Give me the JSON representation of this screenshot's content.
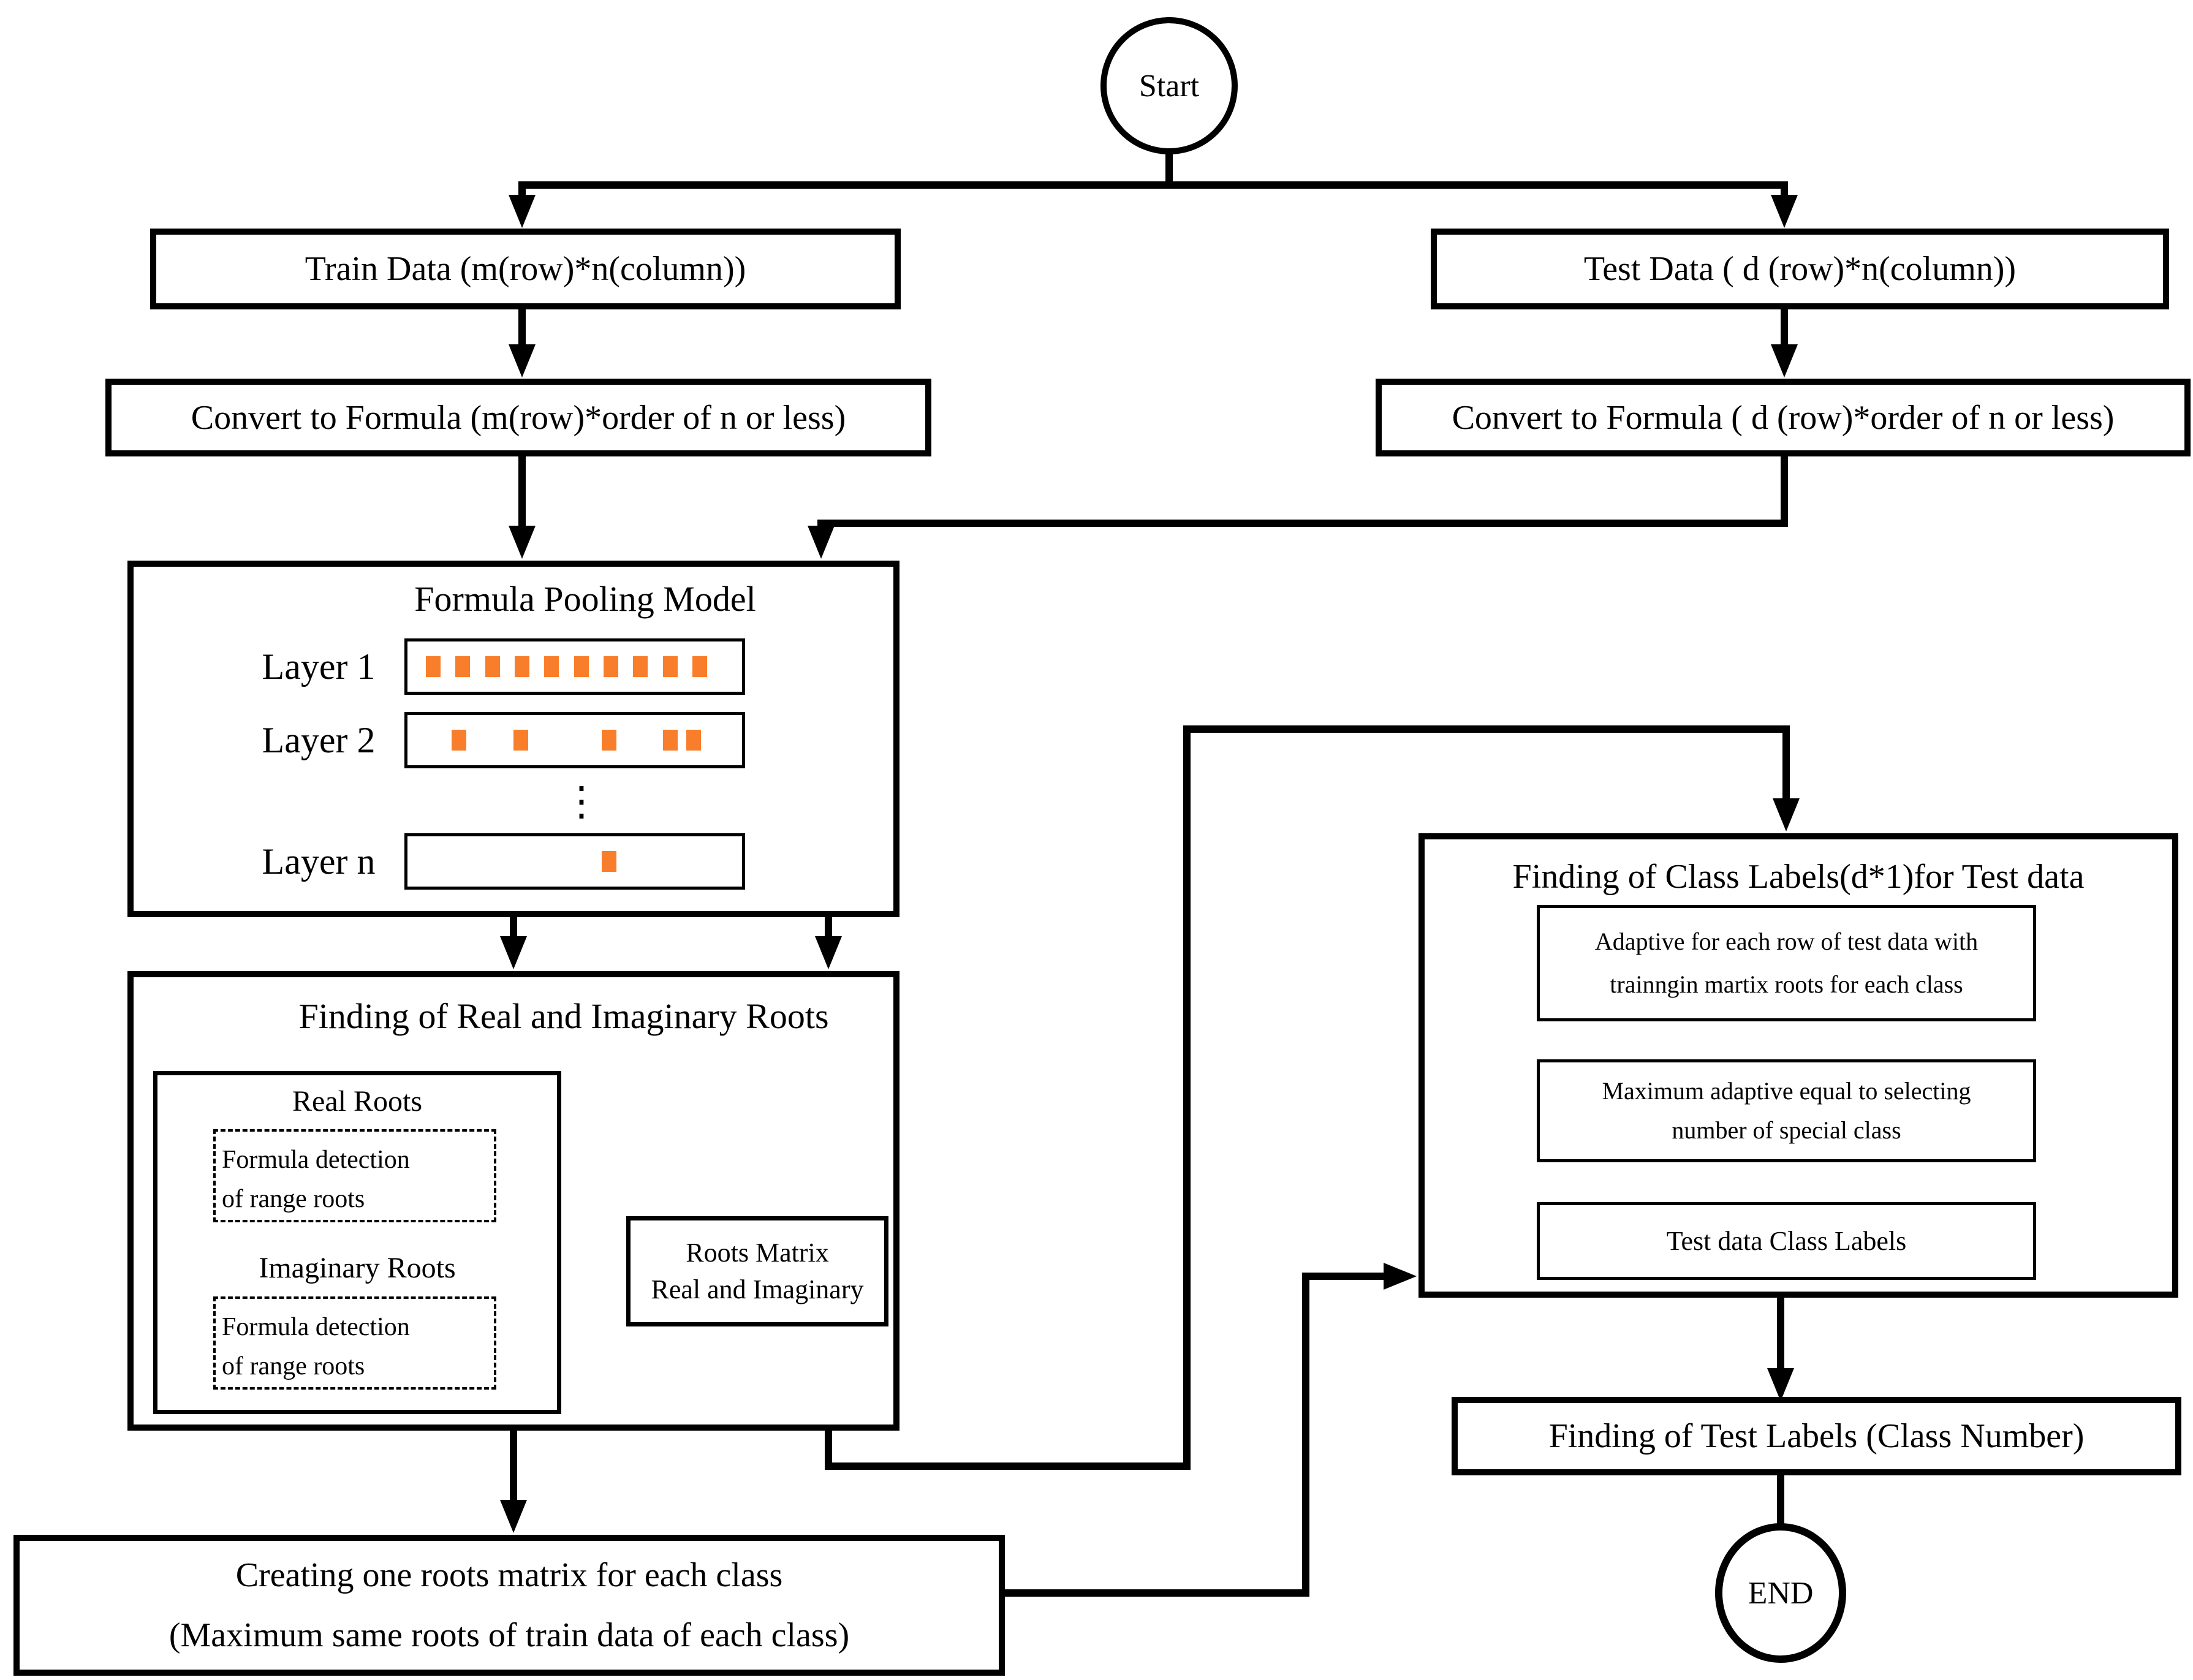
{
  "diagram": {
    "start_label": "Start",
    "end_label": "END",
    "train_data_label": "Train Data (m(row)*n(column))",
    "test_data_label": "Test Data ( d (row)*n(column))",
    "convert_train_label": "Convert to Formula (m(row)*order of n or less)",
    "convert_test_label": "Convert to Formula ( d (row)*order of n or less)",
    "pooling": {
      "title": "Formula Pooling Model",
      "ellipsis": "⋮",
      "square_color": "#F97E2B",
      "layers": [
        {
          "label": "Layer 1",
          "squares": [
            0.055,
            0.1435,
            0.232,
            0.3205,
            0.409,
            0.4975,
            0.586,
            0.6745,
            0.763,
            0.8515
          ]
        },
        {
          "label": "Layer 2",
          "squares": [
            0.132,
            0.316,
            0.581,
            0.764,
            0.834
          ]
        },
        {
          "label": "Layer n",
          "squares": [
            0.58
          ]
        }
      ]
    },
    "finding_roots": {
      "title": "Finding of Real and Imaginary Roots",
      "real_roots_label": "Real Roots",
      "imaginary_roots_label": "Imaginary Roots",
      "formula_detection_line1": "Formula detection",
      "formula_detection_line2": "of range roots",
      "roots_matrix_line1": "Roots Matrix",
      "roots_matrix_line2": "Real and Imaginary"
    },
    "creating_matrix": {
      "line1": "Creating one roots matrix for each class",
      "line2": "(Maximum same roots of train data of each class)"
    },
    "class_labels": {
      "title": "Finding of Class Labels(d*1)for Test data",
      "adaptive_line1": "Adaptive for each row of test data with",
      "adaptive_line2": "trainngin martix roots for each class",
      "maximum_line1": "Maximum adaptive equal to selecting",
      "maximum_line2": "number of special class",
      "test_class_labels": "Test data Class Labels"
    },
    "finding_test_labels_label": "Finding of Test Labels (Class Number)",
    "line_color": "#000000"
  }
}
